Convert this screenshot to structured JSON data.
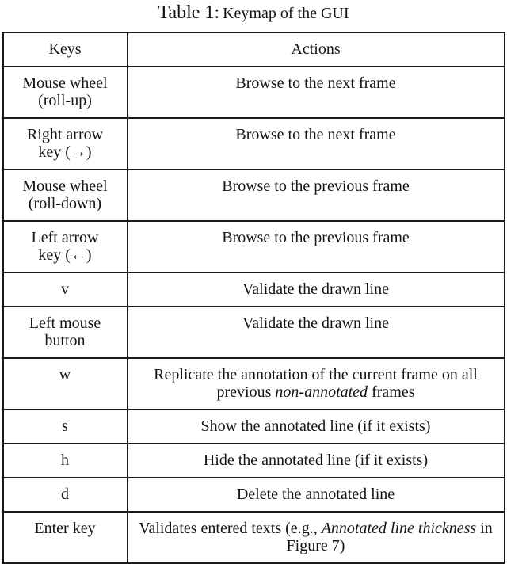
{
  "caption": {
    "label": "Table 1:",
    "text": "Keymap of the GUI"
  },
  "table": {
    "headers": {
      "keys": "Keys",
      "actions": "Actions"
    },
    "rows": [
      {
        "key_lines": [
          "Mouse wheel",
          "(roll-up)"
        ],
        "action_segments": [
          {
            "text": "Browse to the next frame",
            "italic": false
          }
        ]
      },
      {
        "key_lines": [
          "Right arrow",
          "key (→)"
        ],
        "action_segments": [
          {
            "text": "Browse to the next frame",
            "italic": false
          }
        ]
      },
      {
        "key_lines": [
          "Mouse wheel",
          "(roll-down)"
        ],
        "action_segments": [
          {
            "text": "Browse to the previous frame",
            "italic": false
          }
        ]
      },
      {
        "key_lines": [
          "Left arrow",
          "key (←)"
        ],
        "action_segments": [
          {
            "text": "Browse to the previous frame",
            "italic": false
          }
        ]
      },
      {
        "key_lines": [
          "v"
        ],
        "action_segments": [
          {
            "text": "Validate the drawn line",
            "italic": false
          }
        ]
      },
      {
        "key_lines": [
          "Left mouse",
          "button"
        ],
        "action_segments": [
          {
            "text": "Validate the drawn line",
            "italic": false
          }
        ]
      },
      {
        "key_lines": [
          "w"
        ],
        "action_segments": [
          {
            "text": "Replicate the annotation of the current frame on all previous ",
            "italic": false
          },
          {
            "text": "non-annotated",
            "italic": true
          },
          {
            "text": " frames",
            "italic": false
          }
        ]
      },
      {
        "key_lines": [
          "s"
        ],
        "action_segments": [
          {
            "text": "Show the annotated line (if it exists)",
            "italic": false
          }
        ]
      },
      {
        "key_lines": [
          "h"
        ],
        "action_segments": [
          {
            "text": "Hide the annotated line (if it exists)",
            "italic": false
          }
        ]
      },
      {
        "key_lines": [
          "d"
        ],
        "action_segments": [
          {
            "text": "Delete the annotated line",
            "italic": false
          }
        ]
      },
      {
        "key_lines": [
          "Enter key"
        ],
        "action_segments": [
          {
            "text": "Validates entered texts (e.g., ",
            "italic": false
          },
          {
            "text": "Annotated line thickness",
            "italic": true
          },
          {
            "text": " in Figure 7)",
            "italic": false
          }
        ]
      }
    ]
  },
  "colors": {
    "border": "#1a1a1a",
    "text": "#141414",
    "background": "#ffffff"
  }
}
